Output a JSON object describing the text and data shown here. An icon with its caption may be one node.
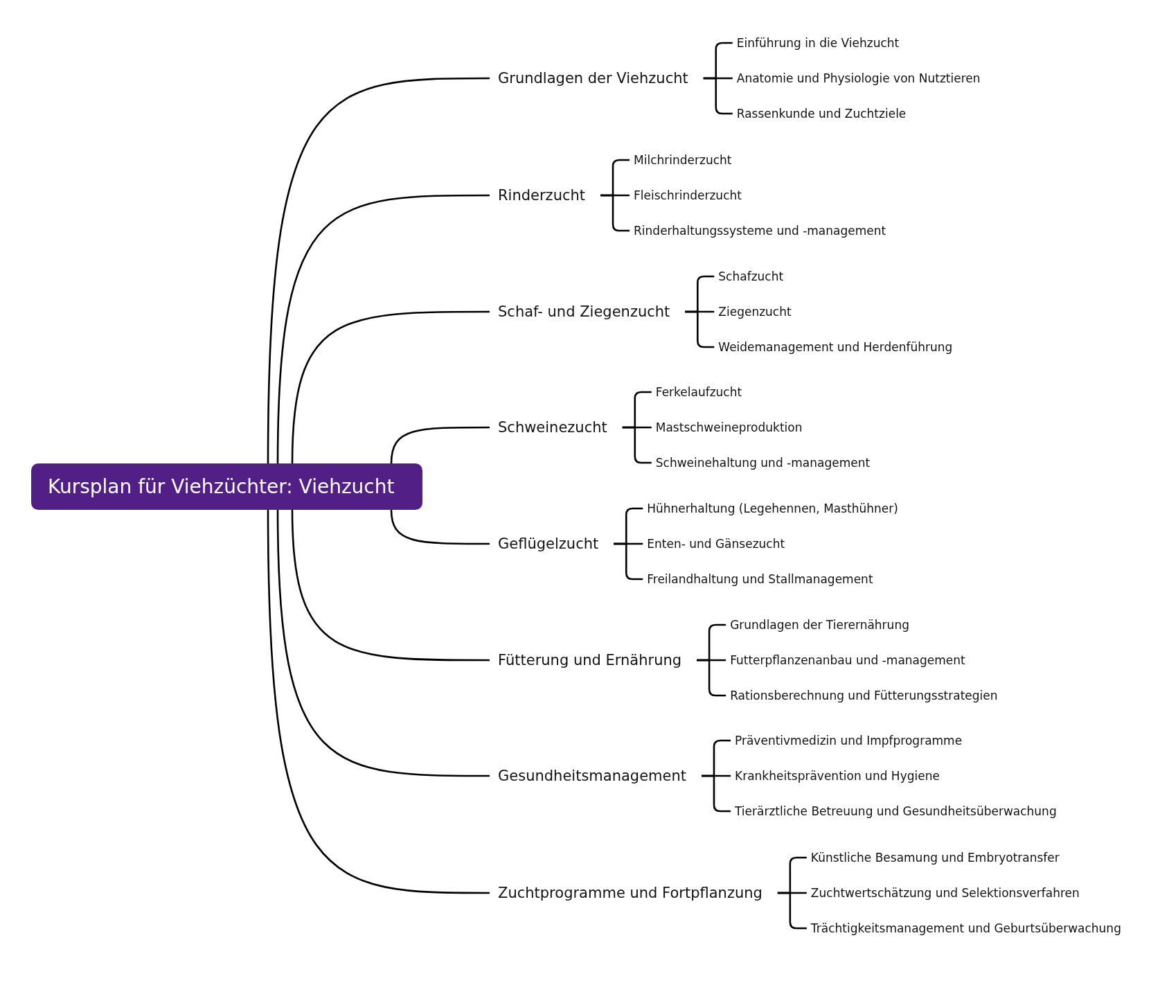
{
  "diagram": {
    "nodes": [
      {
        "text": [
          "Kursplan für Viehzüchter: Viehzucht"
        ]
      },
      {
        "text": [
          "Grundlagen der Viehzucht"
        ]
      },
      {
        "text": [
          "Einführung in die Viehzucht"
        ]
      },
      {
        "text": [
          "Anatomie und Physiologie von Nutztieren"
        ]
      },
      {
        "text": [
          "Rassenkunde und Zuchtziele"
        ]
      },
      {
        "text": [
          "Rinderzucht"
        ]
      },
      {
        "text": [
          "Milchrinderzucht"
        ]
      },
      {
        "text": [
          "Fleischrinderzucht"
        ]
      },
      {
        "text": [
          "Rinderhaltungssysteme und -management"
        ]
      },
      {
        "text": [
          "Schaf- und Ziegenzucht"
        ]
      },
      {
        "text": [
          "Schafzucht"
        ]
      },
      {
        "text": [
          "Ziegenzucht"
        ]
      },
      {
        "text": [
          "Weidemanagement und Herdenführung"
        ]
      },
      {
        "text": [
          "Schweinezucht"
        ]
      },
      {
        "text": [
          "Ferkelaufzucht"
        ]
      },
      {
        "text": [
          "Mastschweineproduktion"
        ]
      },
      {
        "text": [
          "Schweinehaltung und -management"
        ]
      },
      {
        "text": [
          "Geflügelzucht"
        ]
      },
      {
        "text": [
          "Hühnerhaltung (Legehennen, Masthühner)"
        ]
      },
      {
        "text": [
          "Enten- und Gänsezucht"
        ]
      },
      {
        "text": [
          "Freilandhaltung und Stallmanagement"
        ]
      },
      {
        "text": [
          "Fütterung und Ernährung"
        ]
      },
      {
        "text": [
          "Grundlagen der Tierernährung"
        ]
      },
      {
        "text": [
          "Futterpflanzenanbau und -management"
        ]
      },
      {
        "text": [
          "Rationsberechnung und Fütterungsstrategien"
        ]
      },
      {
        "text": [
          "Gesundheitsmanagement"
        ]
      },
      {
        "text": [
          "Präventivmedizin und Impfprogramme"
        ]
      },
      {
        "text": [
          "Krankheitsprävention und Hygiene"
        ]
      },
      {
        "text": [
          "Tierärztliche Betreuung und Gesundheitsüberwachung"
        ]
      },
      {
        "text": [
          "Zuchtprogramme und Fortpflanzung"
        ]
      },
      {
        "text": [
          "Künstliche Besamung und Embryotransfer"
        ]
      },
      {
        "text": [
          "Zuchtwertschätzung und Selektionsverfahren"
        ]
      },
      {
        "text": [
          "Trächtigkeitsmanagement und Geburtsüberwachung"
        ]
      }
    ],
    "edges": [
      {
        "from": 0,
        "to": 1,
        "arrow": "none"
      },
      {
        "from": 1,
        "to": 2,
        "arrow": "none"
      },
      {
        "from": 1,
        "to": 3,
        "arrow": "none"
      },
      {
        "from": 1,
        "to": 4,
        "arrow": "none"
      },
      {
        "from": 0,
        "to": 5,
        "arrow": "none"
      },
      {
        "from": 5,
        "to": 6,
        "arrow": "none"
      },
      {
        "from": 5,
        "to": 7,
        "arrow": "none"
      },
      {
        "from": 5,
        "to": 8,
        "arrow": "none"
      },
      {
        "from": 0,
        "to": 9,
        "arrow": "none"
      },
      {
        "from": 9,
        "to": 10,
        "arrow": "none"
      },
      {
        "from": 9,
        "to": 11,
        "arrow": "none"
      },
      {
        "from": 9,
        "to": 12,
        "arrow": "none"
      },
      {
        "from": 0,
        "to": 13,
        "arrow": "none"
      },
      {
        "from": 13,
        "to": 14,
        "arrow": "none"
      },
      {
        "from": 13,
        "to": 15,
        "arrow": "none"
      },
      {
        "from": 13,
        "to": 16,
        "arrow": "none"
      },
      {
        "from": 0,
        "to": 17,
        "arrow": "none"
      },
      {
        "from": 17,
        "to": 18,
        "arrow": "none"
      },
      {
        "from": 17,
        "to": 19,
        "arrow": "none"
      },
      {
        "from": 17,
        "to": 20,
        "arrow": "none"
      },
      {
        "from": 0,
        "to": 21,
        "arrow": "none"
      },
      {
        "from": 21,
        "to": 22,
        "arrow": "none"
      },
      {
        "from": 21,
        "to": 23,
        "arrow": "none"
      },
      {
        "from": 21,
        "to": 24,
        "arrow": "none"
      },
      {
        "from": 0,
        "to": 25,
        "arrow": "none"
      },
      {
        "from": 25,
        "to": 26,
        "arrow": "none"
      },
      {
        "from": 25,
        "to": 27,
        "arrow": "none"
      },
      {
        "from": 25,
        "to": 28,
        "arrow": "none"
      },
      {
        "from": 0,
        "to": 29,
        "arrow": "none"
      },
      {
        "from": 29,
        "to": 30,
        "arrow": "none"
      },
      {
        "from": 29,
        "to": 31,
        "arrow": "none"
      },
      {
        "from": 29,
        "to": 32,
        "arrow": "none"
      }
    ]
  }
}
